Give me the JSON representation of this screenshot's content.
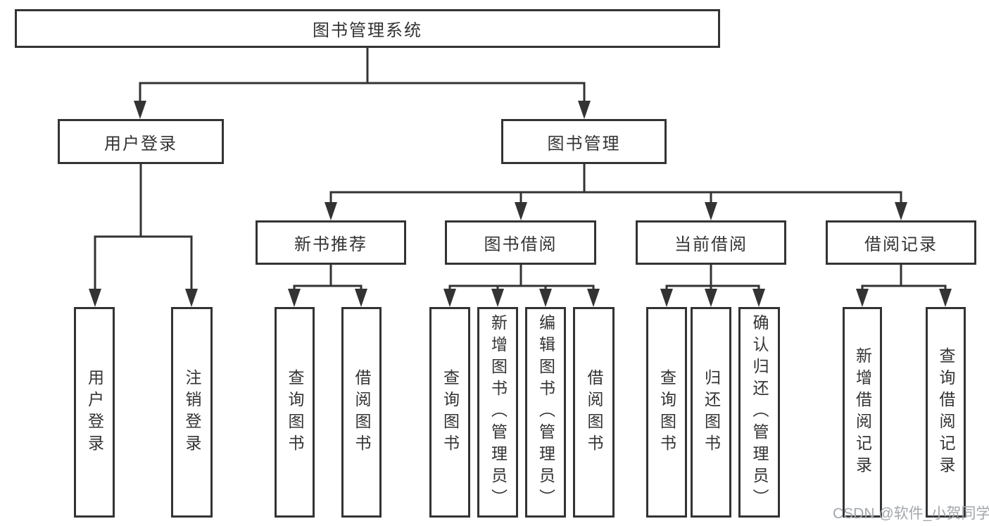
{
  "diagram": {
    "root": {
      "label": "图书管理系统"
    },
    "level2": [
      {
        "label": "用户登录"
      },
      {
        "label": "图书管理"
      }
    ],
    "level3": [
      {
        "label": "新书推荐"
      },
      {
        "label": "图书借阅"
      },
      {
        "label": "当前借阅"
      },
      {
        "label": "借阅记录"
      }
    ],
    "leaves": [
      {
        "label": "用户登录"
      },
      {
        "label": "注销登录"
      },
      {
        "label": "查询图书"
      },
      {
        "label": "借阅图书"
      },
      {
        "label": "查询图书"
      },
      {
        "label": "新增图书（管理员）"
      },
      {
        "label": "编辑图书（管理员）"
      },
      {
        "label": "借阅图书"
      },
      {
        "label": "查询图书"
      },
      {
        "label": "归还图书"
      },
      {
        "label": "确认归还（管理员）"
      },
      {
        "label": "新增借阅记录"
      },
      {
        "label": "查询借阅记录"
      }
    ],
    "watermark": "CSDN @软件_小贺同学",
    "colors": {
      "line": "#333333",
      "text": "#333333",
      "watermark": "#a2a7ac",
      "background": "#ffffff"
    }
  }
}
